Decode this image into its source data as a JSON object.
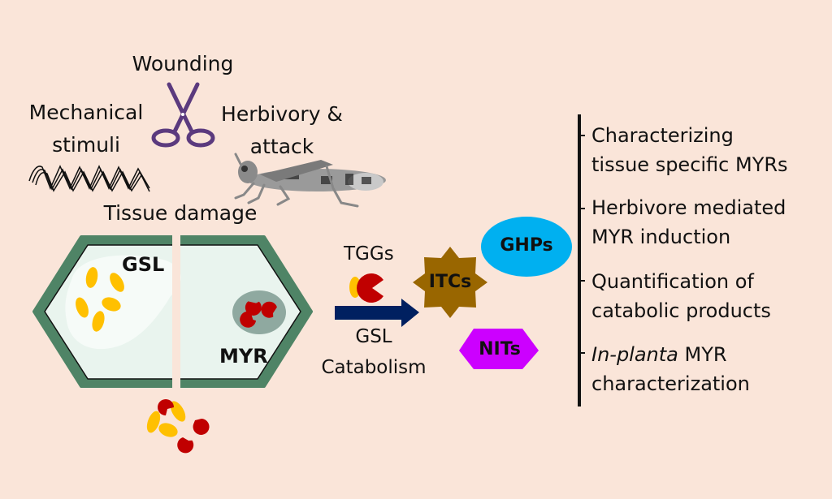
{
  "stimuli": {
    "wounding": "Wounding",
    "mechanical_line1": "Mechanical",
    "mechanical_line2": "stimuli",
    "herbivory_line1": "Herbivory &",
    "herbivory_line2": "attack",
    "tissue_damage": "Tissue damage",
    "icons": [
      "scissors-icon",
      "zigzag-spring-icon",
      "grasshopper-icon"
    ]
  },
  "cell": {
    "gsl_label": "GSL",
    "myr_label": "MYR",
    "colors": {
      "wall": "#4f8466",
      "cytoplasm": "#e9f4ee",
      "vacuole": "#f6fbf8",
      "myr_body": "#8fa9a0",
      "gsl": "#ffc000",
      "myr": "#c00000"
    }
  },
  "reaction": {
    "enzyme_label": "TGGs",
    "substrate_label_line1": "GSL",
    "substrate_label_line2": "Catabolism",
    "arrow_color": "#002060"
  },
  "products": [
    {
      "label": "GHPs",
      "shape": "ellipse",
      "color": "#00b0f0"
    },
    {
      "label": "ITCs",
      "shape": "star",
      "color": "#996600"
    },
    {
      "label": "NITs",
      "shape": "hexagon",
      "color": "#cc00ff"
    }
  ],
  "research_aims": [
    {
      "line1": "Characterizing",
      "line2": "tissue specific MYRs"
    },
    {
      "line1": "Herbivore mediated",
      "line2": "MYR induction"
    },
    {
      "line1": "Quantification of",
      "line2": "catabolic products"
    },
    {
      "line1_italic": "In-planta",
      "line1_rest": " MYR",
      "line2": "characterization"
    }
  ]
}
